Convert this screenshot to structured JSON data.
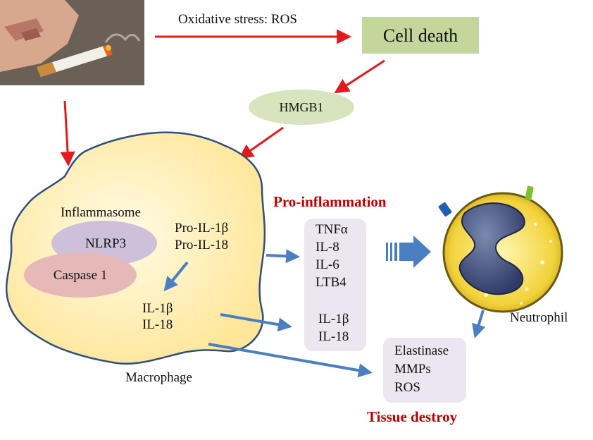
{
  "labels": {
    "oxidative_stress": "Oxidative stress: ROS",
    "cell_death": "Cell death",
    "hmgb1": "HMGB1",
    "inflammasome": "Inflammasome",
    "nlrp3": "NLRP3",
    "caspase": "Caspase 1",
    "pro_il1b": "Pro-IL-1β",
    "pro_il18": "Pro-IL-18",
    "il1b": "IL-1β",
    "il18": "IL-18",
    "macrophage": "Macrophage",
    "pro_inflammation": "Pro-inflammation",
    "neutrophil": "Neutrophil",
    "tissue_destroy": "Tissue destroy"
  },
  "cytokines": [
    "TNFα",
    "IL-8",
    "IL-6",
    "LTB4"
  ],
  "cytokines2": [
    "IL-1β",
    "IL-18"
  ],
  "enzymes": [
    "Elastinase",
    "MMPs",
    "ROS"
  ],
  "colors": {
    "red_arrow": "#e31a1c",
    "blue_arrow": "#4a7fc1",
    "cell_death_box": "#c3d69b",
    "hmgb1_oval": "#d7e4bd",
    "macrophage_fill": "#ffe699",
    "nlrp3_oval": "#ccc0da",
    "caspase_oval": "#e6b9b8",
    "cytokine_box": "#ebe6f0",
    "heading_red": "#c00000"
  },
  "icons": {
    "cigarette": "smoking-cigarette-photo",
    "neutrophil": "neutrophil-cell-image"
  }
}
